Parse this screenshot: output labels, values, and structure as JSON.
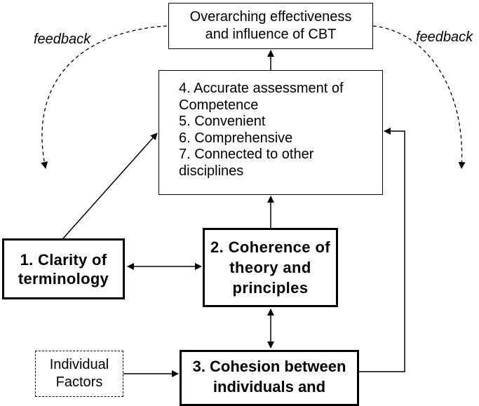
{
  "top_box": {
    "line1": "Overarching effectiveness",
    "line2": "and influence of CBT"
  },
  "feedback_left": "feedback",
  "feedback_right": "feedback",
  "criteria_box": {
    "lines": [
      "4. Accurate assessment of",
      "Competence",
      "5. Convenient",
      "6. Comprehensive",
      "7. Connected to other",
      "disciplines"
    ]
  },
  "box_clarity": {
    "line1": "1. Clarity of",
    "line2": "terminology"
  },
  "box_coherence": {
    "line1": "2. Coherence of",
    "line2": "theory and",
    "line3": "principles"
  },
  "box_cohesion": {
    "line1": "3. Cohesion between",
    "line2": "individuals and"
  },
  "box_individual": {
    "line1": "Individual",
    "line2": "Factors"
  }
}
